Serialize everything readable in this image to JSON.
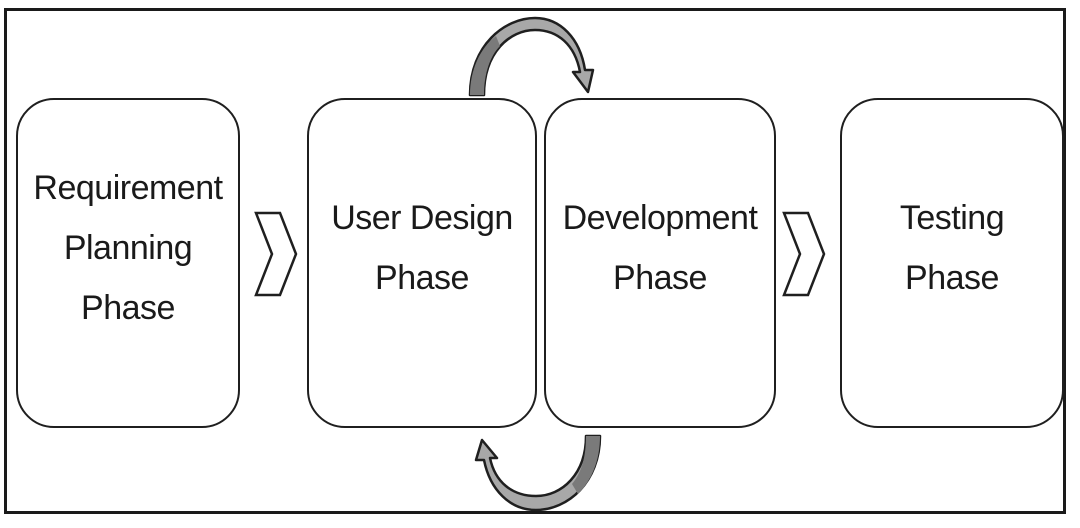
{
  "phases": [
    {
      "id": "requirement-planning",
      "label": "Requirement\nPlanning\nPhase"
    },
    {
      "id": "user-design",
      "label": "User Design\nPhase"
    },
    {
      "id": "development",
      "label": "Development\nPhase"
    },
    {
      "id": "testing",
      "label": "Testing\nPhase"
    }
  ],
  "connectors": [
    {
      "from": "requirement-planning",
      "to": "user-design",
      "type": "chevron"
    },
    {
      "from": "user-design",
      "to": "development",
      "type": "curved-arrow"
    },
    {
      "from": "development",
      "to": "user-design",
      "type": "curved-arrow"
    },
    {
      "from": "development",
      "to": "testing",
      "type": "chevron"
    }
  ],
  "colors": {
    "stroke": "#1f1f1f",
    "shading": "#9a9a9a",
    "background": "#ffffff"
  }
}
